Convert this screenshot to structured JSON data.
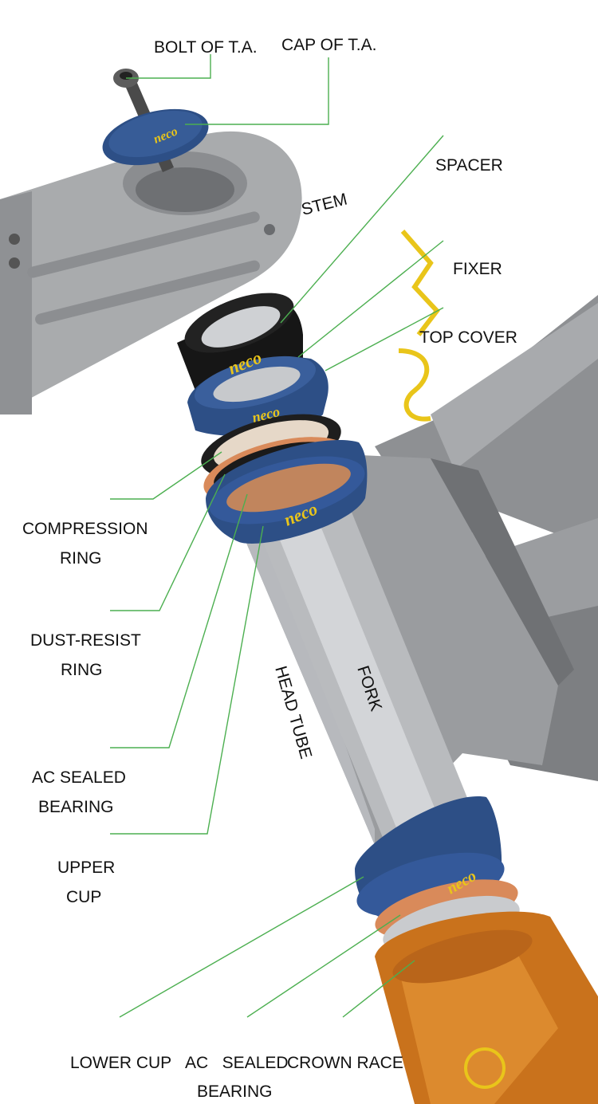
{
  "colors": {
    "leader": "#4caf50",
    "frame": "#9a9c9f",
    "frame_dark": "#6f7174",
    "stem": "#a9abad",
    "blue": "#2d4f86",
    "black": "#161616",
    "orange": "#c9721c",
    "logo_yellow": "#e9c51a"
  },
  "logos": {
    "brand": "neco"
  },
  "labels": {
    "bolt": "BOLT OF T.A.",
    "cap": "CAP OF T.A.",
    "stem": "STEM",
    "spacer": "SPACER",
    "fixer": "FIXER",
    "top_cover": "TOP COVER",
    "compression_1": "COMPRESSION",
    "compression_2": "RING",
    "dust_1": "DUST-RESIST",
    "dust_2": "RING",
    "ac_sealed_1": "AC SEALED",
    "ac_sealed_2": "BEARING",
    "upper_cup_1": "UPPER",
    "upper_cup_2": "CUP",
    "head_tube": "HEAD TUBE",
    "fork": "FORK",
    "lower_cup": "LOWER CUP",
    "ac_sealed_bottom_1": "AC   SEALED",
    "ac_sealed_bottom_2": "BEARING",
    "crown_race": "CROWN RACE"
  }
}
